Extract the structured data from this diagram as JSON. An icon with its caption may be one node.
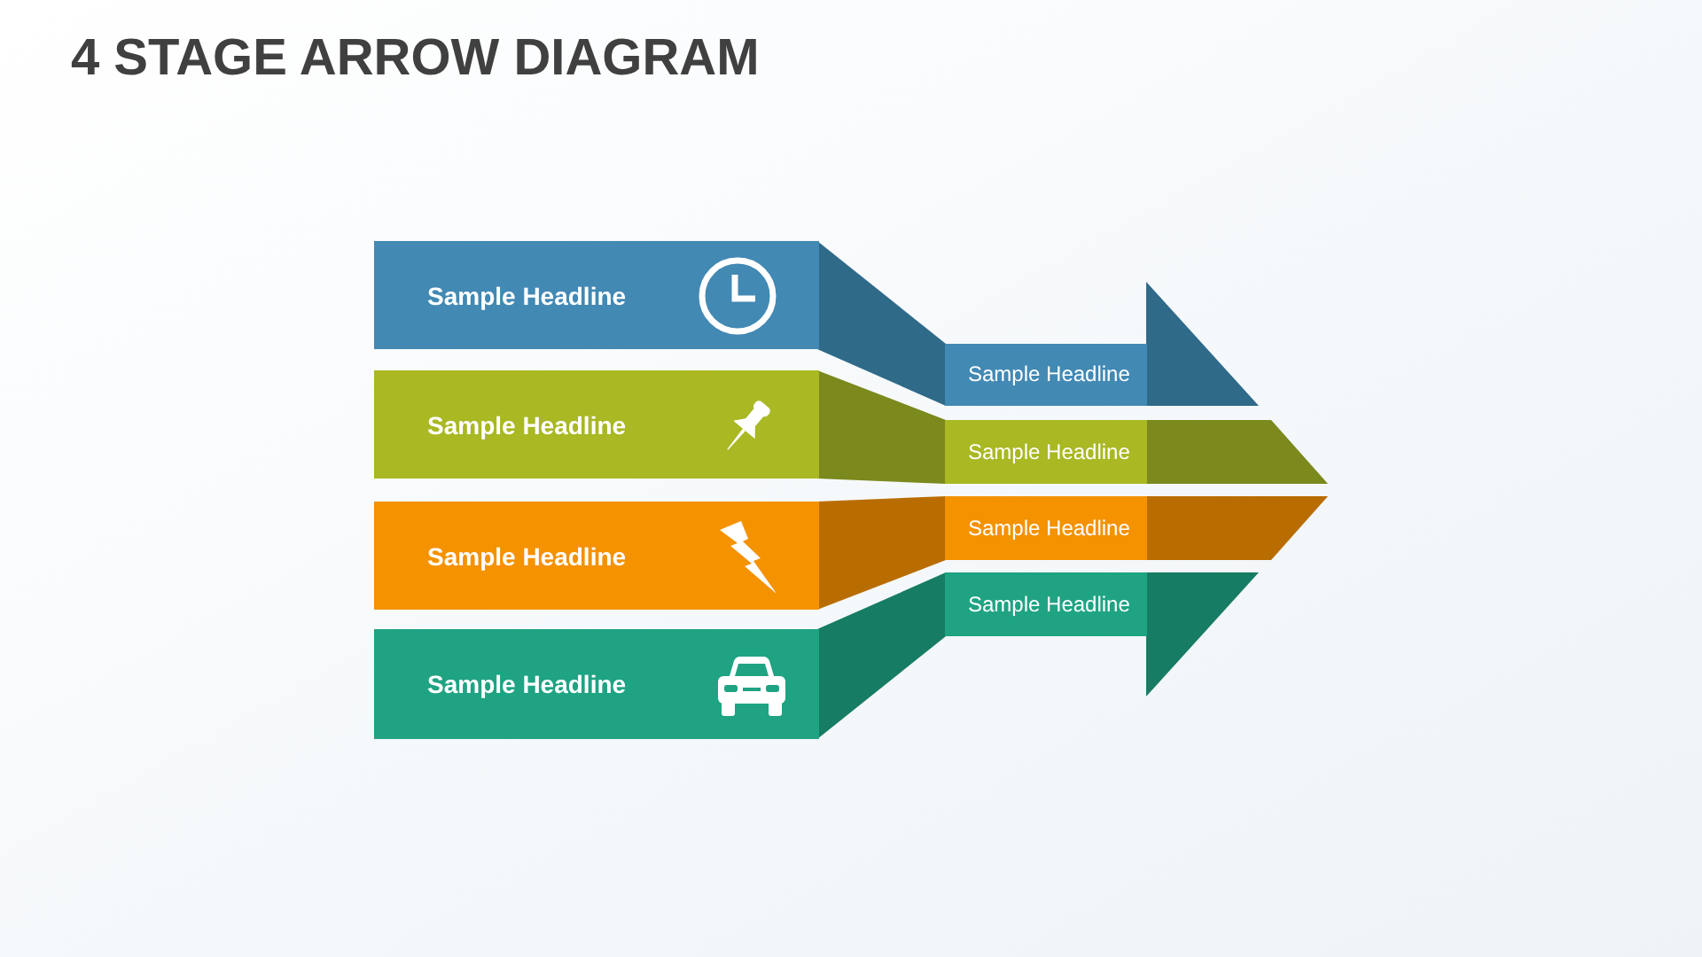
{
  "diagram": {
    "title": "4 STAGE ARROW DIAGRAM",
    "nodes": [
      {
        "text": [
          "Sample Headline"
        ]
      },
      {
        "text": [
          "Sample Headline"
        ]
      },
      {
        "text": [
          "Sample Headline"
        ]
      },
      {
        "text": [
          "Sample Headline"
        ]
      },
      {
        "text": [
          "Sample Headline"
        ]
      },
      {
        "text": [
          "Sample Headline"
        ]
      },
      {
        "text": [
          "Sample Headline"
        ]
      },
      {
        "text": [
          "Sample Headline"
        ]
      }
    ]
  }
}
